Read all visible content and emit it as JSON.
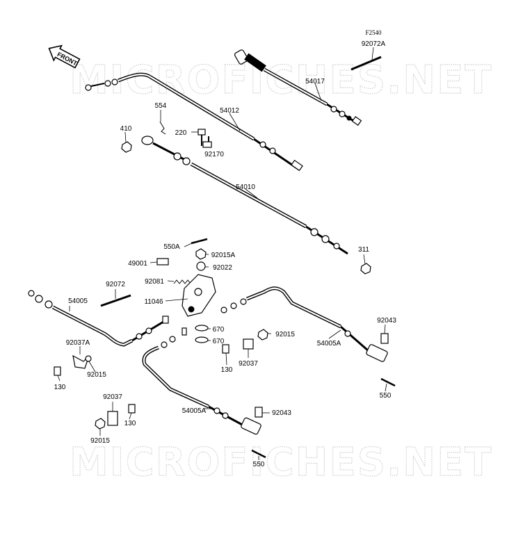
{
  "figure_code": "F2540",
  "watermark": "MICROFICHES.NET",
  "front_arrow": "FRONT",
  "callouts": [
    {
      "id": "92072A",
      "text": "92072A"
    },
    {
      "id": "54017",
      "text": "54017"
    },
    {
      "id": "554",
      "text": "554"
    },
    {
      "id": "54012",
      "text": "54012"
    },
    {
      "id": "410",
      "text": "410"
    },
    {
      "id": "220",
      "text": "220"
    },
    {
      "id": "92170",
      "text": "92170"
    },
    {
      "id": "54010",
      "text": "54010"
    },
    {
      "id": "550A",
      "text": "550A"
    },
    {
      "id": "92015A",
      "text": "92015A"
    },
    {
      "id": "311",
      "text": "311"
    },
    {
      "id": "49001",
      "text": "49001"
    },
    {
      "id": "92022",
      "text": "92022"
    },
    {
      "id": "92072",
      "text": "92072"
    },
    {
      "id": "92081",
      "text": "92081"
    },
    {
      "id": "54005",
      "text": "54005"
    },
    {
      "id": "11046",
      "text": "11046"
    },
    {
      "id": "92043a",
      "text": "92043"
    },
    {
      "id": "670a",
      "text": "670"
    },
    {
      "id": "92015a",
      "text": "92015"
    },
    {
      "id": "670b",
      "text": "670"
    },
    {
      "id": "54005Aa",
      "text": "54005A"
    },
    {
      "id": "92037Aa",
      "text": "92037A"
    },
    {
      "id": "130a",
      "text": "130"
    },
    {
      "id": "92037a",
      "text": "92037"
    },
    {
      "id": "92015b",
      "text": "92015"
    },
    {
      "id": "130b",
      "text": "130"
    },
    {
      "id": "550a",
      "text": "550"
    },
    {
      "id": "92037b",
      "text": "92037"
    },
    {
      "id": "130c",
      "text": "130"
    },
    {
      "id": "54005Ab",
      "text": "54005A"
    },
    {
      "id": "92043b",
      "text": "92043"
    },
    {
      "id": "92015c",
      "text": "92015"
    },
    {
      "id": "550b",
      "text": "550"
    }
  ]
}
